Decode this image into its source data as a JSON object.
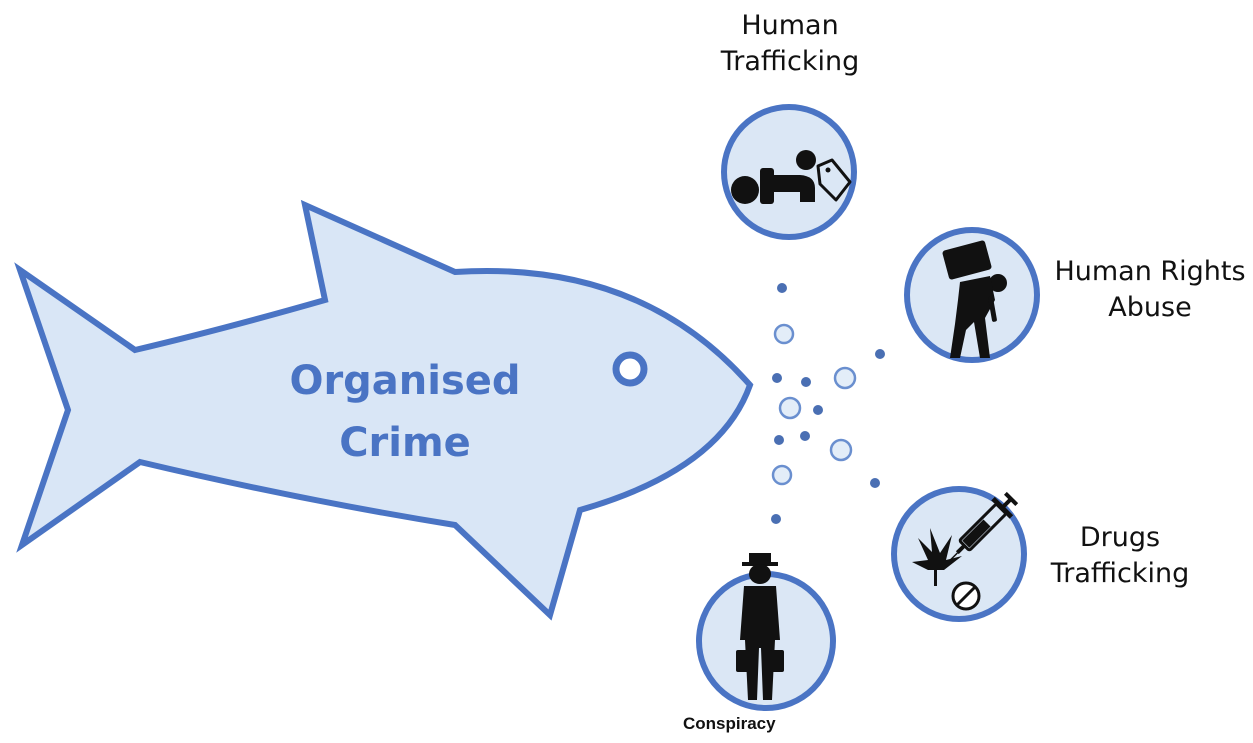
{
  "fish": {
    "line1": "Organised",
    "line2": "Crime"
  },
  "categories": [
    {
      "label1": "Human",
      "label2": "Trafficking",
      "icon": "baby-price-tag-icon"
    },
    {
      "label1": "Human Rights",
      "label2": "Abuse",
      "icon": "burdened-person-icon"
    },
    {
      "label1": "Drugs",
      "label2": "Trafficking",
      "icon": "drugs-icon"
    },
    {
      "label1": "Conspiracy",
      "icon": "suited-man-with-briefcases-icon"
    }
  ],
  "colors": {
    "outline": "#4a74c4",
    "fish_fill": "#d9e6f6",
    "circle_fill": "#dbe7f5",
    "icon": "#111111",
    "bubble_solid": "#4a6fb3"
  }
}
